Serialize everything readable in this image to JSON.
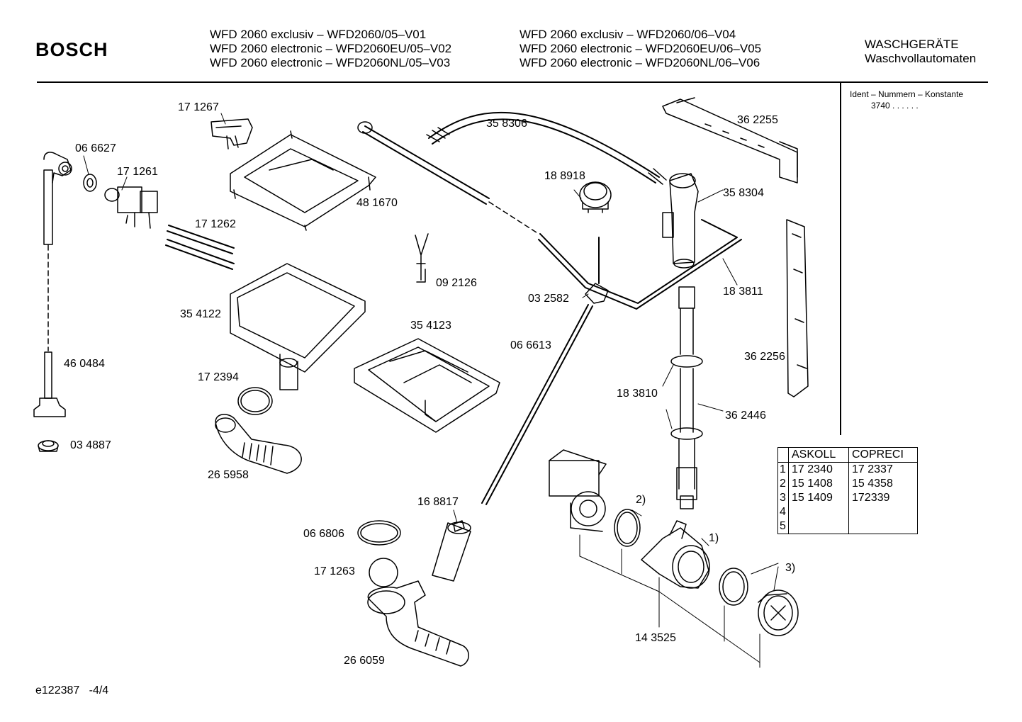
{
  "header": {
    "brand": "BOSCH",
    "models_left": [
      "WFD 2060 exclusiv – WFD2060/05–V01",
      "WFD 2060 electronic – WFD2060EU/05–V02",
      "WFD 2060 electronic – WFD2060NL/05–V03"
    ],
    "models_right": [
      "WFD 2060 exclusiv – WFD2060/06–V04",
      "WFD 2060 electronic – WFD2060EU/06–V05",
      "WFD 2060 electronic – WFD2060NL/06–V06"
    ],
    "category_line1": "WASCHGERÄTE",
    "category_line2": "Waschvollautomaten"
  },
  "ident": {
    "label": "Ident – Nummern – Konstante",
    "value": "3740  .  .  .  .  .  ."
  },
  "parts": [
    "17 1267",
    "06 6627",
    "17 1261",
    "48 1670",
    "17 1262",
    "35 8306",
    "18 8918",
    "36 2255",
    "35 8304",
    "09 2126",
    "03 2582",
    "18 3811",
    "35 4122",
    "35 4123",
    "06 6613",
    "46 0484",
    "17 2394",
    "36 2256",
    "18 3810",
    "36 2446",
    "03 4887",
    "26 5958",
    "16 8817",
    "06 6806",
    "17 1263",
    "14 3525",
    "26 6059"
  ],
  "callouts": [
    "1)",
    "2)",
    "3)"
  ],
  "variants_table": {
    "headers": [
      "",
      "ASKOLL",
      "COPRECI"
    ],
    "rows": [
      [
        "1",
        "17 2340",
        "17 2337"
      ],
      [
        "2",
        "15 1408",
        "15 4358"
      ],
      [
        "3",
        "15 1409",
        "172339"
      ],
      [
        "4",
        "",
        ""
      ],
      [
        "5",
        "",
        ""
      ]
    ]
  },
  "footer": {
    "page_ref": "e122387   -4/4"
  }
}
